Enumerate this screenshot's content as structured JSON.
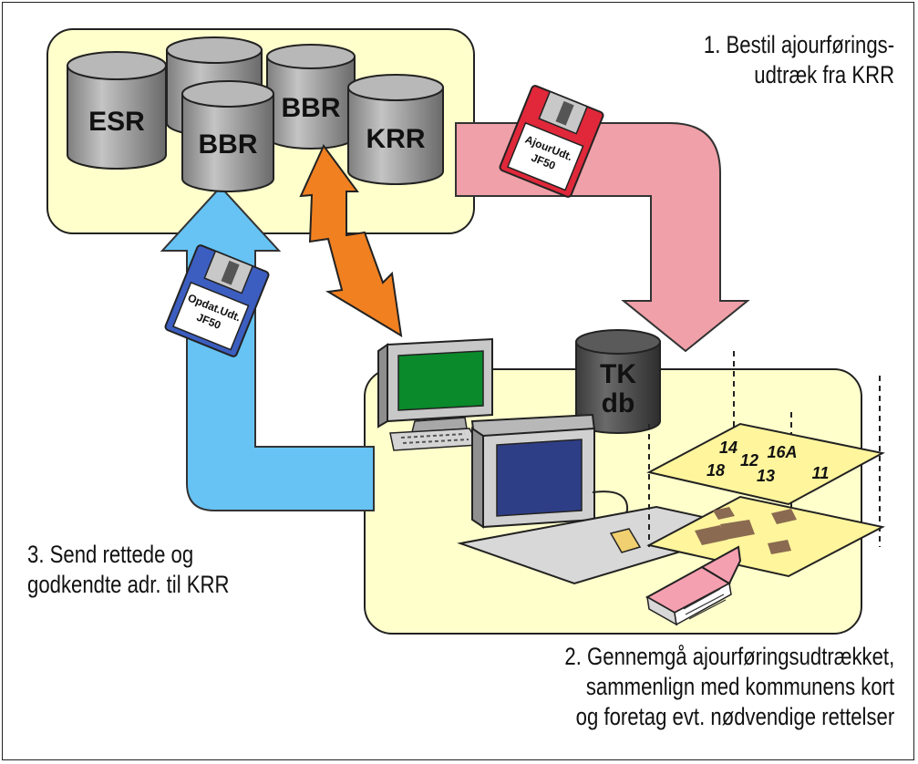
{
  "databases": {
    "esr": "ESR",
    "bbr_front": "BBR",
    "bbr_back": "BBR",
    "krr": "KRR",
    "tk_line1": "TK",
    "tk_line2": "db"
  },
  "disks": {
    "ajour_line1": "AjourUdt.",
    "ajour_line2": "JF50",
    "opdat_line1": "Opdat.Udt.",
    "opdat_line2": "JF50"
  },
  "map_numbers": [
    "14",
    "16A",
    "12",
    "18",
    "13",
    "11"
  ],
  "steps": {
    "step1": [
      "1. Bestil ajourførings-",
      "udtræk fra KRR"
    ],
    "step2": [
      "2. Gennemgå ajourføringsudtrækket,",
      "sammenlign med kommunens kort",
      "og foretag evt. nødvendige rettelser"
    ],
    "step3": [
      "3. Send rettede og",
      "godkendte adr. til KRR"
    ]
  },
  "colors": {
    "db_panel": "#ffffcc",
    "workstation_panel": "#ffffcc",
    "red_arrow": "#f0a0a8",
    "blue_arrow": "#66c3f4",
    "orange_bolt": "#f08020",
    "cylinder": "#a8a8a8",
    "map_sheet": "#fff59c",
    "monitor_screen_green": "#0a8a2a",
    "monitor_screen_blue": "#2e3e86"
  }
}
